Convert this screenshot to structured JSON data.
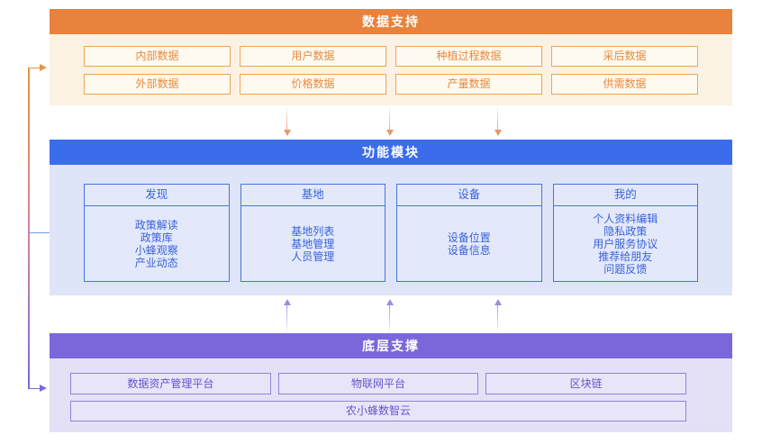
{
  "diagram": {
    "data_support": {
      "title": "数据支持",
      "rows": [
        [
          "内部数据",
          "用户数据",
          "种植过程数据",
          "采后数据"
        ],
        [
          "外部数据",
          "价格数据",
          "产量数据",
          "供需数据"
        ]
      ]
    },
    "function_modules": {
      "title": "功能模块",
      "columns": [
        {
          "header": "发现",
          "items": [
            "政策解读",
            "政策库",
            "小蜂观察",
            "产业动态"
          ]
        },
        {
          "header": "基地",
          "items": [
            "基地列表",
            "基地管理",
            "人员管理"
          ]
        },
        {
          "header": "设备",
          "items": [
            "设备位置",
            "设备信息"
          ]
        },
        {
          "header": "我的",
          "items": [
            "个人资料编辑",
            "隐私政策",
            "用户服务协议",
            "推荐给朋友",
            "问题反馈"
          ]
        }
      ]
    },
    "foundation": {
      "title": "底层支撑",
      "platforms": [
        "数据资产管理平台",
        "物联网平台",
        "区块链"
      ],
      "base_platform": "农小蜂数智云"
    }
  },
  "colors": {
    "data_support_header": "#E8823C",
    "data_support_bg": "#FCF2E3",
    "data_support_border": "#EDA452",
    "data_support_text": "#E7893C",
    "function_header": "#3B6CEC",
    "function_bg": "#DEE5F8",
    "function_border": "#4A73E0",
    "function_text": "#3A62DB",
    "foundation_header": "#7C67DA",
    "foundation_bg": "#E4E0F6",
    "foundation_border": "#9084DB",
    "foundation_text": "#6156CB",
    "down_arrow": "#EDA37D",
    "up_arrow": "#9C8BE3"
  }
}
